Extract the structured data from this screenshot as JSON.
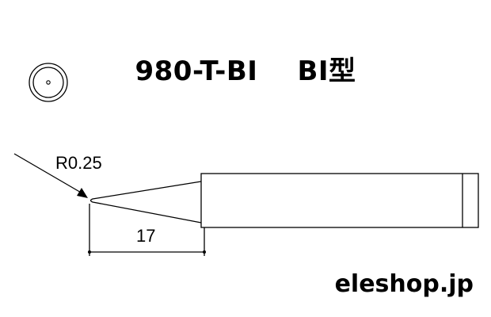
{
  "title": {
    "model": "980-T-BI",
    "type": "BI型"
  },
  "dimensions": {
    "tip_radius": "R0.25",
    "taper_length": "17"
  },
  "watermark": "eleshop.jp",
  "colors": {
    "line": "#000000",
    "background": "#ffffff"
  }
}
